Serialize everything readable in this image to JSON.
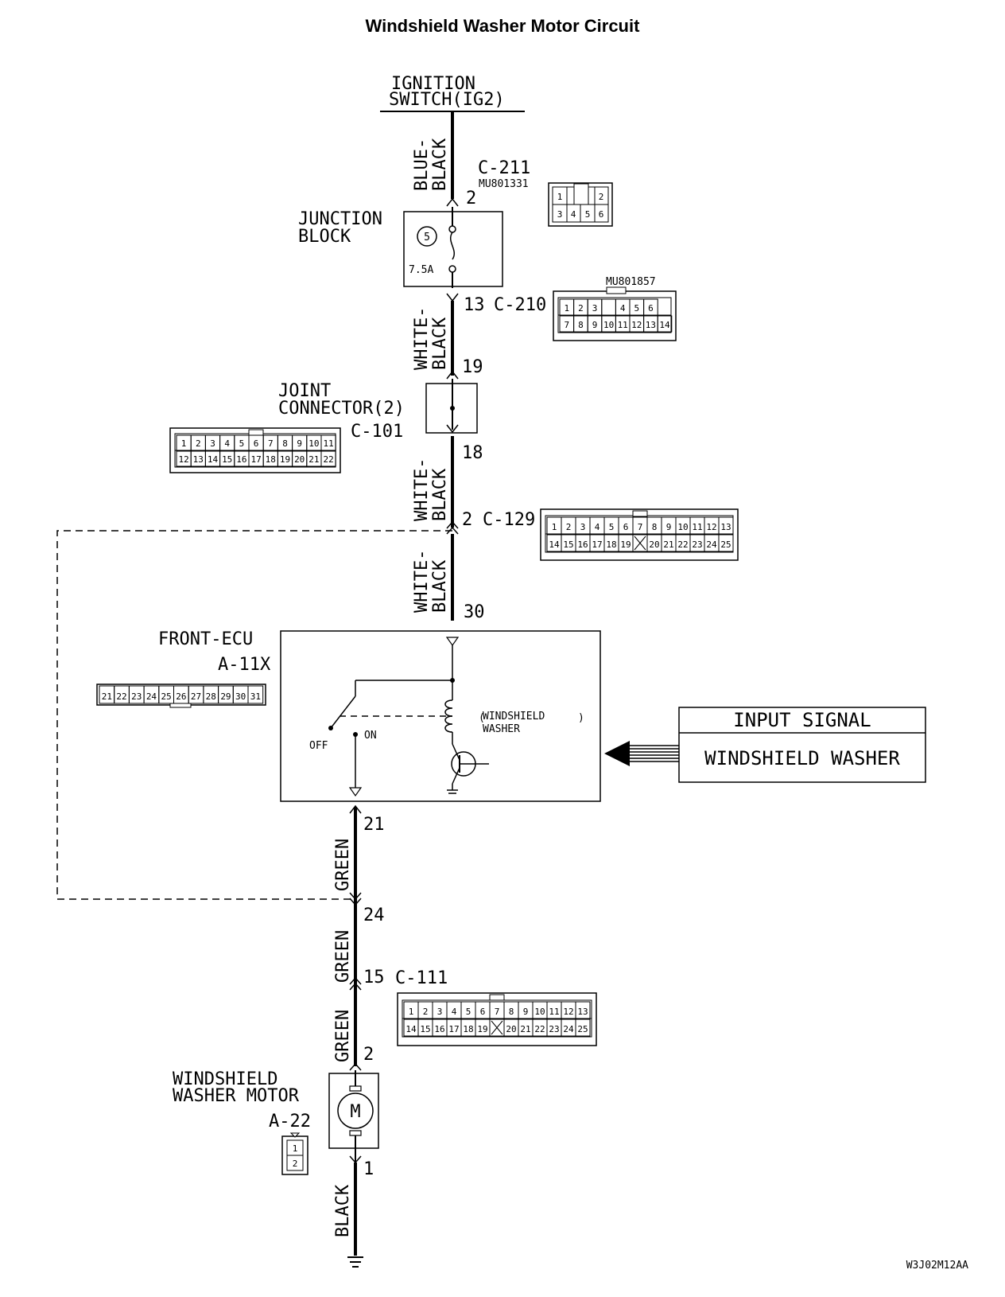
{
  "title": "Windshield Washer Motor Circuit",
  "diagram_id": "W3J02M12AA",
  "ignition": {
    "line1": "IGNITION",
    "line2": "SWITCH(IG2)"
  },
  "junction_block": {
    "line1": "JUNCTION",
    "line2": "BLOCK",
    "fuse_no": "5",
    "fuse_rating": "7.5A"
  },
  "joint_connector": {
    "line1": "JOINT",
    "line2": "CONNECTOR(2)"
  },
  "front_ecu": {
    "name": "FRONT-ECU",
    "connector": "A-11X",
    "relay_label1": "WINDSHIELD",
    "relay_label2": "WASHER",
    "off": "OFF",
    "on": "ON"
  },
  "input_signal": {
    "header": "INPUT SIGNAL",
    "value": "WINDSHIELD WASHER"
  },
  "motor": {
    "line1": "WINDSHIELD",
    "line2": "WASHER MOTOR",
    "connector": "A-22",
    "symbol": "M"
  },
  "wires": {
    "blue_black_1": "BLUE-",
    "blue_black_2": "BLACK",
    "white_black_1": "WHITE-",
    "white_black_2": "BLACK",
    "green": "GREEN",
    "black": "BLACK"
  },
  "connectors": {
    "c211": {
      "id": "C-211",
      "part": "MU801331",
      "pin": "2",
      "row1": [
        "1",
        "",
        "2"
      ],
      "row2": [
        "3",
        "4",
        "5",
        "6"
      ]
    },
    "c210": {
      "id": "C-210",
      "part": "MU801857",
      "pin_top": "13",
      "row1": [
        "1",
        "2",
        "3",
        "",
        "4",
        "5",
        "6"
      ],
      "row2": [
        "7",
        "8",
        "9",
        "10",
        "11",
        "12",
        "13",
        "14"
      ]
    },
    "c101": {
      "id": "C-101",
      "pin_top": "19",
      "pin_bottom": "18",
      "row1": [
        "1",
        "2",
        "3",
        "4",
        "5",
        "6",
        "7",
        "8",
        "9",
        "10",
        "11"
      ],
      "row2": [
        "12",
        "13",
        "14",
        "15",
        "16",
        "17",
        "18",
        "19",
        "20",
        "21",
        "22"
      ]
    },
    "c129": {
      "id": "C-129",
      "pin": "2",
      "row1": [
        "1",
        "2",
        "3",
        "4",
        "5",
        "6",
        "7",
        "8",
        "9",
        "10",
        "11",
        "12",
        "13"
      ],
      "row2": [
        "14",
        "15",
        "16",
        "17",
        "18",
        "19",
        "X",
        "20",
        "21",
        "22",
        "23",
        "24",
        "25"
      ]
    },
    "a11x": {
      "pin_top": "30",
      "pin_bottom": "21",
      "row1": [
        "21",
        "22",
        "23",
        "24",
        "25",
        "26",
        "27",
        "28",
        "29",
        "30",
        "31"
      ]
    },
    "green_pin_24": "24",
    "c111": {
      "id": "C-111",
      "pin_top": "15",
      "pin_bottom": "2",
      "row1": [
        "1",
        "2",
        "3",
        "4",
        "5",
        "6",
        "7",
        "8",
        "9",
        "10",
        "11",
        "12",
        "13"
      ],
      "row2": [
        "14",
        "15",
        "16",
        "17",
        "18",
        "19",
        "X",
        "20",
        "21",
        "22",
        "23",
        "24",
        "25"
      ]
    },
    "a22": {
      "pin_top": "2",
      "pin_bottom": "1",
      "row1": [
        "1",
        "2"
      ]
    }
  }
}
